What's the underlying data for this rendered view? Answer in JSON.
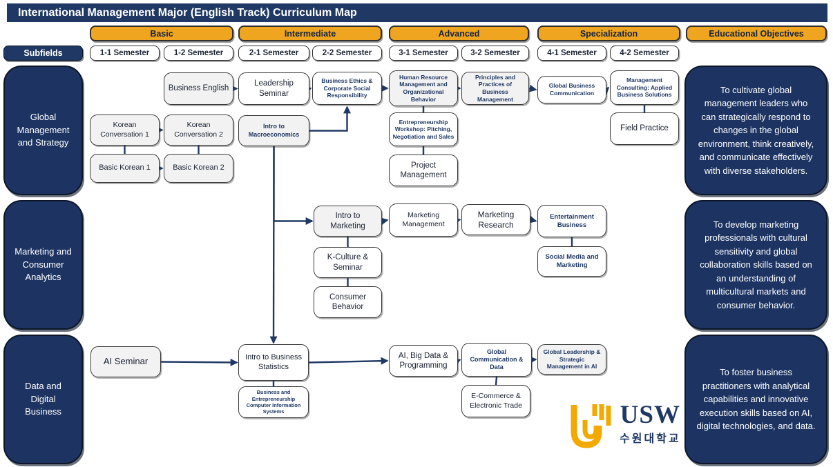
{
  "title": "International Management Major (English Track) Curriculum Map",
  "subfields_label": "Subfields",
  "stages": [
    {
      "label": "Basic"
    },
    {
      "label": "Intermediate"
    },
    {
      "label": "Advanced"
    },
    {
      "label": "Specialization"
    }
  ],
  "objectives_header": "Educational Objectives",
  "semesters": [
    "1-1 Semester",
    "1-2 Semester",
    "2-1 Semester",
    "2-2 Semester",
    "3-1 Semester",
    "3-2 Semester",
    "4-1 Semester",
    "4-2 Semester"
  ],
  "subfields": [
    {
      "label": "Global Management and Strategy",
      "objective": "To cultivate global management leaders who can strategically respond to changes in the global environment, think creatively, and communicate effectively with diverse stakeholders."
    },
    {
      "label": "Marketing and Consumer Analytics",
      "objective": "To develop marketing professionals with cultural sensitivity and global collaboration skills based on an understanding of multicultural markets and consumer behavior."
    },
    {
      "label": "Data and Digital Business",
      "objective": "To foster business practitioners with analytical capabilities and innovative execution skills based on AI, digital technologies, and data."
    }
  ],
  "courses": [
    {
      "id": "business-english",
      "label": "Business English",
      "shaded": true
    },
    {
      "id": "leadership-seminar",
      "label": "Leadership Seminar",
      "shaded": false
    },
    {
      "id": "business-ethics",
      "label": "Business Ethics & Corporate Social Responsibility",
      "shaded": false
    },
    {
      "id": "hrm-ob",
      "label": "Human Resource Management and Organizational Behavior",
      "shaded": true
    },
    {
      "id": "principles",
      "label": "Principles and Practices of Business Management",
      "shaded": true
    },
    {
      "id": "gbc",
      "label": "Global Business Communication",
      "shaded": false
    },
    {
      "id": "mgmt-consulting",
      "label": "Management Consulting: Applied Business Solutions",
      "shaded": false
    },
    {
      "id": "field-practice",
      "label": "Field Practice",
      "shaded": false
    },
    {
      "id": "korean-conv-1",
      "label": "Korean Conversation 1",
      "shaded": true
    },
    {
      "id": "korean-conv-2",
      "label": "Korean Conversation 2",
      "shaded": true
    },
    {
      "id": "intro-macro",
      "label": "Intro to Macroeconomics",
      "shaded": true
    },
    {
      "id": "basic-korean-1",
      "label": "Basic Korean 1",
      "shaded": true
    },
    {
      "id": "basic-korean-2",
      "label": "Basic Korean 2",
      "shaded": true
    },
    {
      "id": "entrepreneurship-workshop",
      "label": "Entrepreneurship Workshop: Pitching, Negotiation and Sales",
      "shaded": false
    },
    {
      "id": "project-management",
      "label": "Project Management",
      "shaded": false
    },
    {
      "id": "intro-marketing",
      "label": "Intro to Marketing",
      "shaded": true
    },
    {
      "id": "marketing-management",
      "label": "Marketing Management",
      "shaded": false
    },
    {
      "id": "marketing-research",
      "label": "Marketing Research",
      "shaded": false
    },
    {
      "id": "entertainment-business",
      "label": "Entertainment Business",
      "shaded": false
    },
    {
      "id": "k-culture",
      "label": "K-Culture & Seminar",
      "shaded": false
    },
    {
      "id": "consumer-behavior",
      "label": "Consumer Behavior",
      "shaded": false
    },
    {
      "id": "social-media",
      "label": "Social Media and Marketing",
      "shaded": false
    },
    {
      "id": "ai-seminar",
      "label": "AI Seminar",
      "shaded": true
    },
    {
      "id": "intro-biz-stats",
      "label": "Intro to Business Statistics",
      "shaded": false
    },
    {
      "id": "biz-entre-cis",
      "label": "Business and Entrepreneurship Computer Information Systems",
      "shaded": false
    },
    {
      "id": "ai-big-data",
      "label": "AI, Big Data & Programming",
      "shaded": false
    },
    {
      "id": "global-comm-data",
      "label": "Global Communication & Data",
      "shaded": false
    },
    {
      "id": "global-leadership-ai",
      "label": "Global Leadership & Strategic Management in AI",
      "shaded": true
    },
    {
      "id": "ecommerce",
      "label": "E-Commerce & Electronic Trade",
      "shaded": false
    }
  ],
  "connectors": [
    {
      "from": "business-english",
      "to": "leadership-seminar",
      "type": "h"
    },
    {
      "from": "leadership-seminar",
      "to": "business-ethics",
      "type": "h"
    },
    {
      "from": "business-ethics",
      "to": "hrm-ob",
      "type": "h"
    },
    {
      "from": "hrm-ob",
      "to": "principles",
      "type": "h"
    },
    {
      "from": "principles",
      "to": "gbc",
      "type": "h"
    },
    {
      "from": "gbc",
      "to": "mgmt-consulting",
      "type": "h"
    },
    {
      "from": "korean-conv-1",
      "to": "korean-conv-2",
      "type": "h"
    },
    {
      "from": "basic-korean-1",
      "to": "basic-korean-2",
      "type": "h"
    },
    {
      "from": "intro-macro",
      "to": "business-ethics",
      "type": "rb"
    },
    {
      "from": "intro-macro",
      "to": "intro-marketing",
      "type": "bl"
    },
    {
      "from": "intro-macro",
      "to": "intro-biz-stats",
      "type": "bt"
    },
    {
      "from": "intro-marketing",
      "to": "marketing-management",
      "type": "h"
    },
    {
      "from": "marketing-management",
      "to": "marketing-research",
      "type": "h"
    },
    {
      "from": "marketing-research",
      "to": "entertainment-business",
      "type": "h"
    },
    {
      "from": "ai-seminar",
      "to": "intro-biz-stats",
      "type": "h"
    },
    {
      "from": "intro-biz-stats",
      "to": "ai-big-data",
      "type": "h"
    },
    {
      "from": "ai-big-data",
      "to": "global-comm-data",
      "type": "h"
    },
    {
      "from": "global-comm-data",
      "to": "global-leadership-ai",
      "type": "h"
    },
    {
      "from": "korean-conv-1",
      "to": "basic-korean-1",
      "type": "v"
    },
    {
      "from": "korean-conv-2",
      "to": "basic-korean-2",
      "type": "v"
    },
    {
      "from": "hrm-ob",
      "to": "entrepreneurship-workshop",
      "type": "v"
    },
    {
      "from": "entrepreneurship-workshop",
      "to": "project-management",
      "type": "v"
    },
    {
      "from": "mgmt-consulting",
      "to": "field-practice",
      "type": "v"
    },
    {
      "from": "intro-marketing",
      "to": "k-culture",
      "type": "v"
    },
    {
      "from": "k-culture",
      "to": "consumer-behavior",
      "type": "v"
    },
    {
      "from": "entertainment-business",
      "to": "social-media",
      "type": "v"
    },
    {
      "from": "intro-biz-stats",
      "to": "biz-entre-cis",
      "type": "v"
    },
    {
      "from": "global-comm-data",
      "to": "ecommerce",
      "type": "v"
    }
  ],
  "logo": {
    "acronym": "USW",
    "university": "수원대학교"
  },
  "palette": {
    "navy": "#1F3864",
    "gold": "#EFA51F",
    "logo_gold": "#F2A900",
    "box_gray": "#F2F2F2",
    "box_white": "#FFFFFF",
    "box_border": "#3A3A3A",
    "arrow": "#1F3864",
    "text_on_navy": "#FFFFFF"
  }
}
